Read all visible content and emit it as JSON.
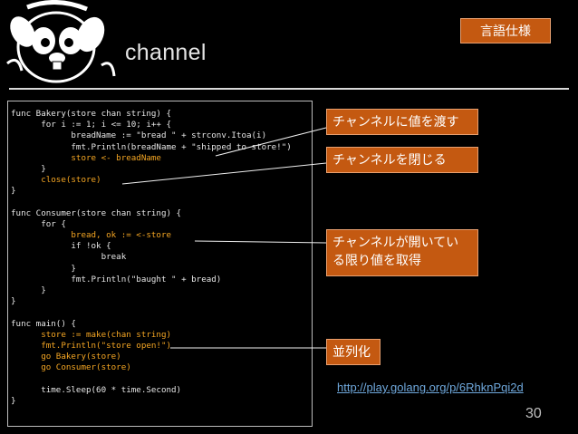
{
  "slide": {
    "title": "channel",
    "tag": "言語仕様",
    "page_number": "30",
    "link": "http://play.golang.org/p/6RhknPqi2d"
  },
  "code": {
    "lines": [
      "func Bakery(store chan string) {",
      "      for i := 1; i <= 10; i++ {",
      "            breadName := \"bread \" + strconv.Itoa(i)",
      "            fmt.Println(breadName + \"shipped to store!\")",
      "            store <- breadName",
      "      }",
      "      close(store)",
      "}",
      "",
      "func Consumer(store chan string) {",
      "      for {",
      "            bread, ok := <-store",
      "            if !ok {",
      "                  break",
      "            }",
      "            fmt.Println(\"baught \" + bread)",
      "      }",
      "}",
      "",
      "func main() {",
      "      store := make(chan string)",
      "      fmt.Println(\"store open!\")",
      "      go Bakery(store)",
      "      go Consumer(store)",
      "",
      "      time.Sleep(60 * time.Second)",
      "}"
    ],
    "highlighted_lines": [
      4,
      6,
      11,
      20,
      21,
      22,
      23
    ]
  },
  "callouts": {
    "send": "チャンネルに値を渡す",
    "close": "チャンネルを閉じる",
    "receive_line1": "チャンネルが開いてい",
    "receive_line2": "る限り値を取得",
    "parallel": "並列化"
  },
  "colors": {
    "background": "#000000",
    "callout_fill": "#c45911",
    "highlight_code": "#f5a623",
    "link": "#6fa8dc"
  }
}
